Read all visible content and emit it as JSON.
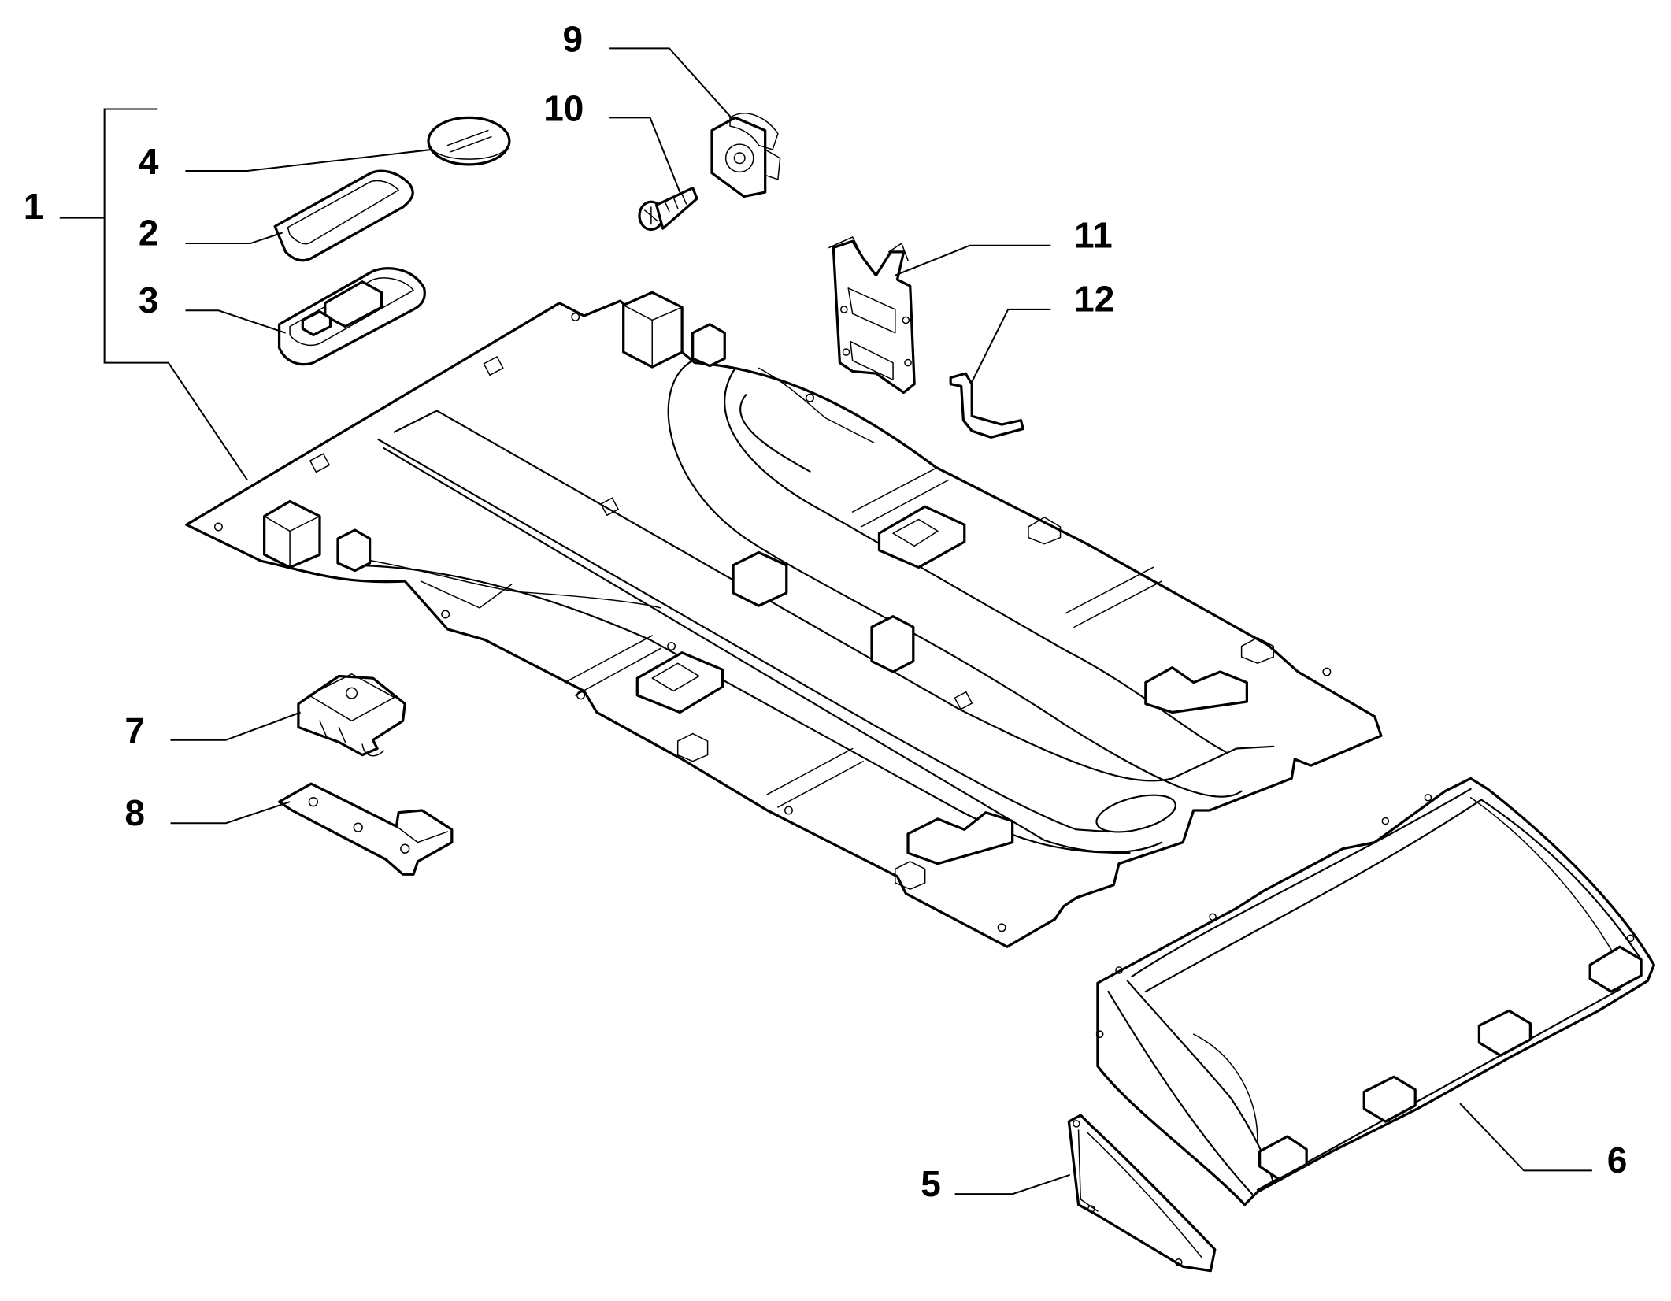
{
  "callouts": [
    {
      "id": "1",
      "label": "1"
    },
    {
      "id": "2",
      "label": "2"
    },
    {
      "id": "3",
      "label": "3"
    },
    {
      "id": "4",
      "label": "4"
    },
    {
      "id": "5",
      "label": "5"
    },
    {
      "id": "6",
      "label": "6"
    },
    {
      "id": "7",
      "label": "7"
    },
    {
      "id": "8",
      "label": "8"
    },
    {
      "id": "9",
      "label": "9"
    },
    {
      "id": "10",
      "label": "10"
    },
    {
      "id": "11",
      "label": "11"
    },
    {
      "id": "12",
      "label": "12"
    }
  ],
  "colors": {
    "line": "#000000",
    "background": "#ffffff"
  }
}
